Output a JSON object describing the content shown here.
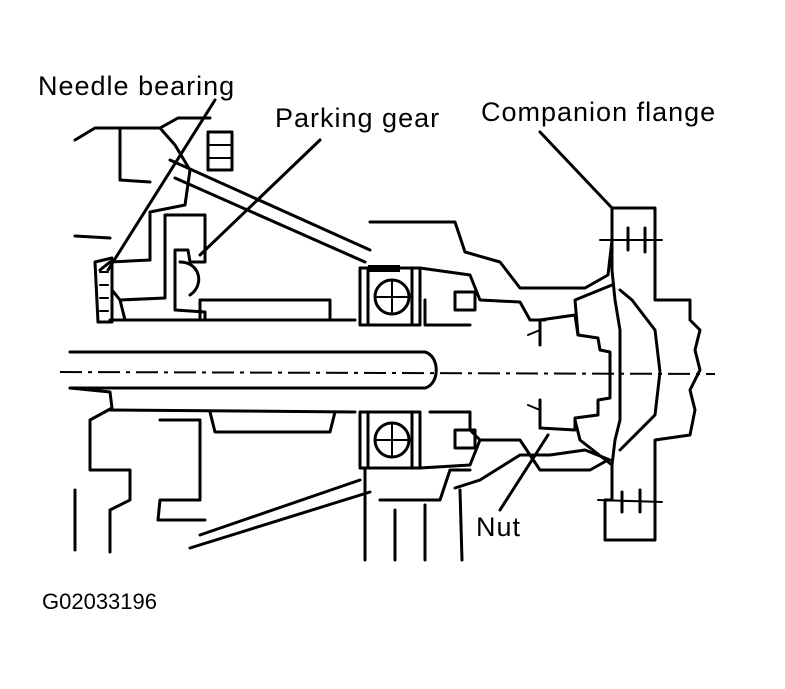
{
  "labels": {
    "needle_bearing": "Needle bearing",
    "parking_gear": "Parking gear",
    "companion_flange": "Companion flange",
    "nut": "Nut"
  },
  "figure_id": "G02033196",
  "colors": {
    "line": "#000000",
    "background": "#ffffff"
  }
}
